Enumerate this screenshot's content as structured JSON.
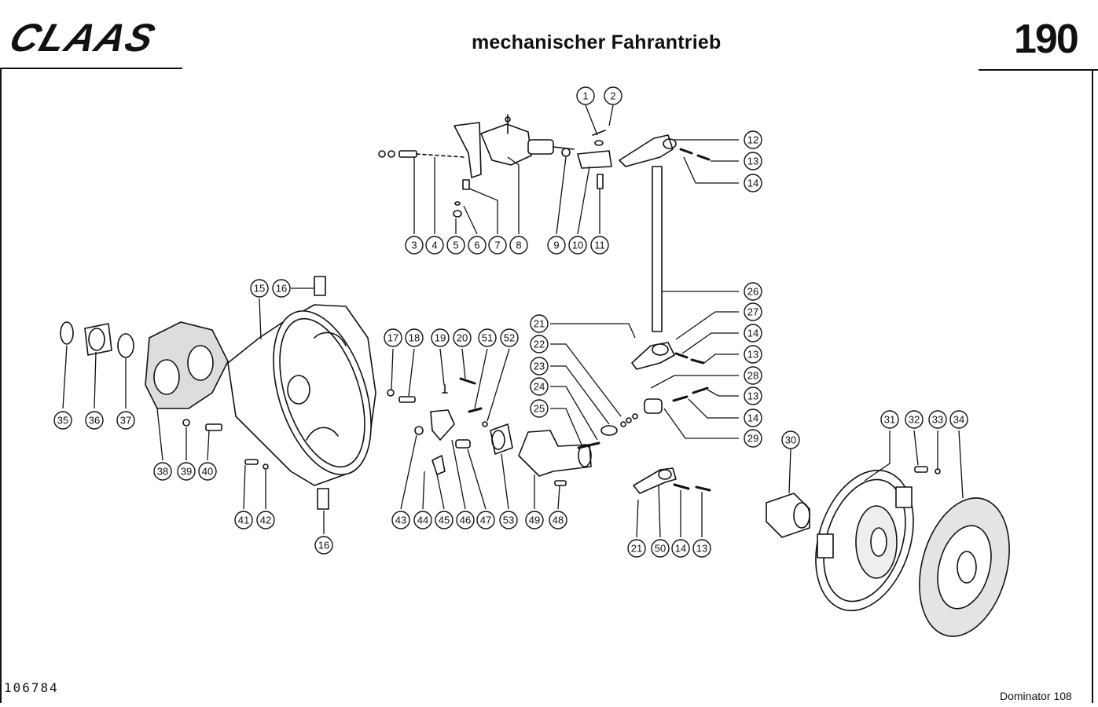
{
  "brand": "CLAAS",
  "title": "mechanischer Fahrantrieb",
  "page_number": "190",
  "document_id": "106784",
  "model": "Dominator 108",
  "callouts": [
    "1",
    "2",
    "3",
    "4",
    "5",
    "6",
    "7",
    "8",
    "9",
    "10",
    "11",
    "12",
    "13",
    "13",
    "13",
    "13",
    "14",
    "14",
    "14",
    "14",
    "15",
    "16",
    "16",
    "17",
    "18",
    "19",
    "20",
    "21",
    "21",
    "22",
    "23",
    "24",
    "25",
    "26",
    "27",
    "28",
    "29",
    "30",
    "31",
    "32",
    "33",
    "34",
    "35",
    "36",
    "37",
    "38",
    "39",
    "40",
    "41",
    "42",
    "43",
    "44",
    "45",
    "46",
    "47",
    "48",
    "49",
    "50",
    "51",
    "52",
    "53"
  ]
}
